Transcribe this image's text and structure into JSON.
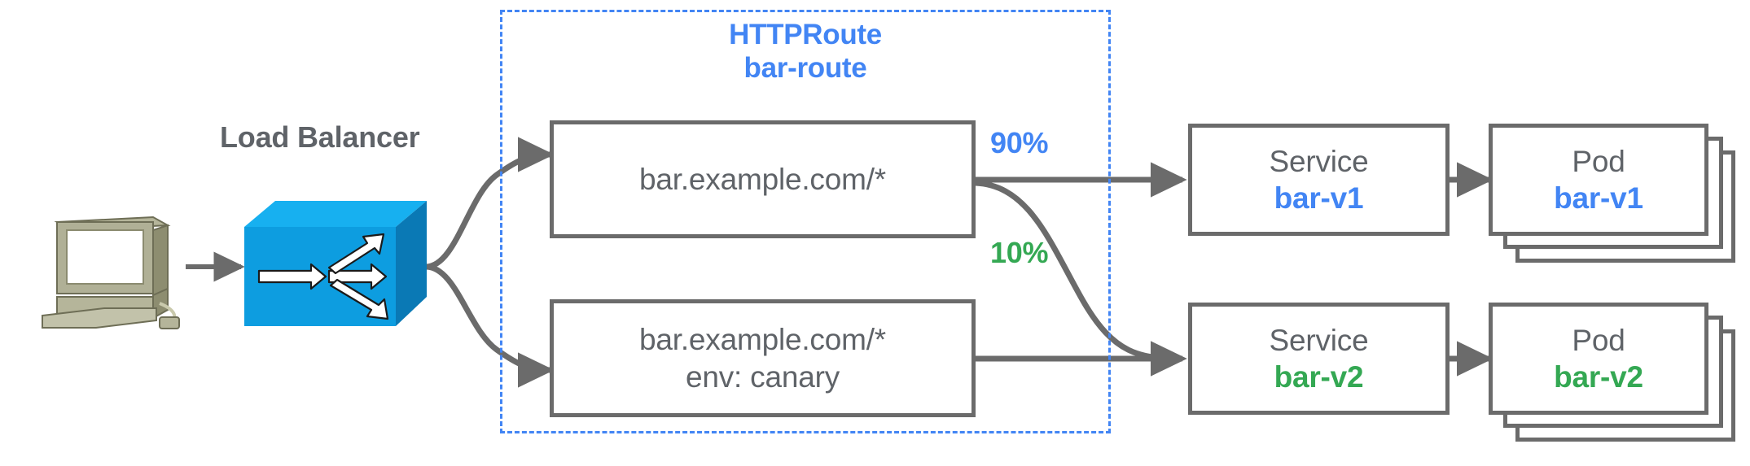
{
  "diagram": {
    "title_visible": false,
    "colors": {
      "blue": "#4285f4",
      "green": "#34a853",
      "gray_text": "#5f6368",
      "stroke": "#6b6b6b",
      "lb_blue": "#0d9de0",
      "computer_body": "#a8a88c"
    },
    "client": {
      "icon": "desktop-computer-icon"
    },
    "load_balancer": {
      "label": "Load Balancer",
      "icon": "load-balancer-box-icon"
    },
    "route": {
      "kind": "HTTPRoute",
      "name": "bar-route"
    },
    "rules": [
      {
        "line1": "bar.example.com/*",
        "line2": ""
      },
      {
        "line1": "bar.example.com/*",
        "line2": "env: canary"
      }
    ],
    "weights": [
      {
        "label": "90%",
        "color": "#4285f4"
      },
      {
        "label": "10%",
        "color": "#34a853"
      }
    ],
    "services": [
      {
        "kind": "Service",
        "name": "bar-v1",
        "color": "#4285f4"
      },
      {
        "kind": "Service",
        "name": "bar-v2",
        "color": "#34a853"
      }
    ],
    "pods": [
      {
        "kind": "Pod",
        "name": "bar-v1",
        "color": "#4285f4",
        "replicas": 3
      },
      {
        "kind": "Pod",
        "name": "bar-v2",
        "color": "#34a853",
        "replicas": 3
      }
    ]
  }
}
